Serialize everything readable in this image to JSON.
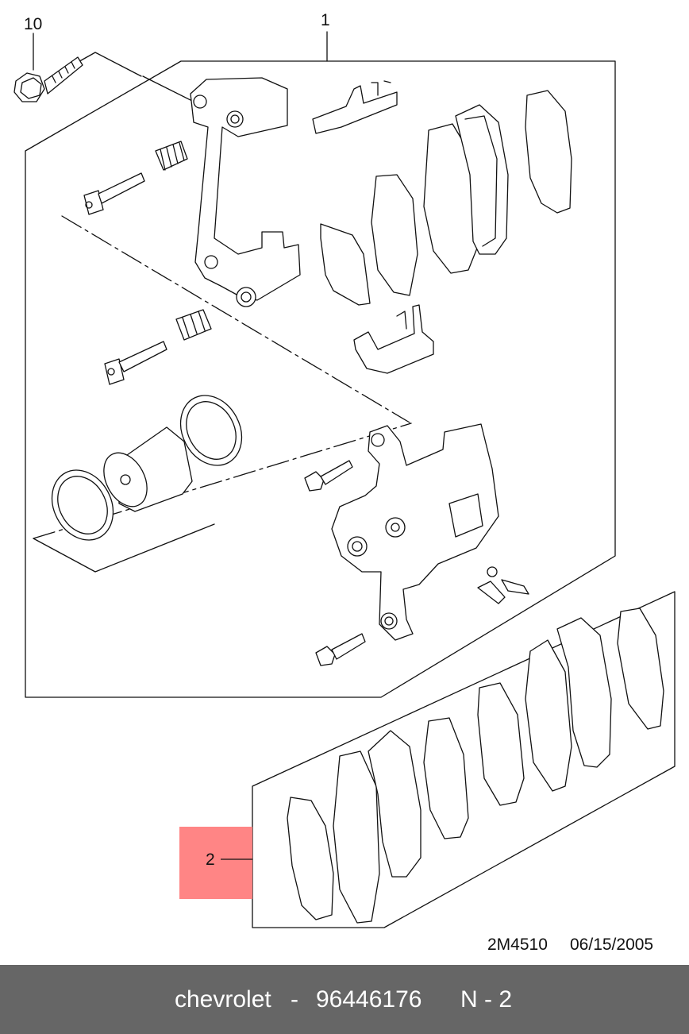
{
  "diagram": {
    "labels": {
      "bolt": "10",
      "caliper_assembly": "1",
      "pad_kit": "2"
    },
    "drawing_code": "2M4510",
    "drawing_date": "06/15/2005"
  },
  "highlight": {
    "color": "#ff8585"
  },
  "footer": {
    "brand": "chevrolet",
    "separator": "-",
    "part_number": "96446176",
    "position": "N - 2",
    "background": "#666666"
  }
}
